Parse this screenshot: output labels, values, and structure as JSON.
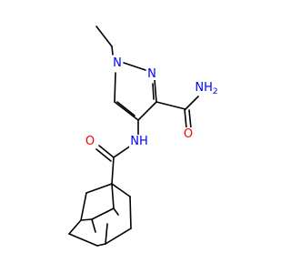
{
  "colors": {
    "background": "#FFFFFF",
    "bond": "#000000",
    "nitrogen": "#0000FF",
    "oxygen": "#FF0000"
  },
  "atoms": {
    "n1": "N",
    "n2": "N",
    "amide_n": "NH",
    "amide_n_h": "H",
    "amide_n_sub": "2",
    "amide_o": "O",
    "nh_linker": "NH",
    "carbonyl_o": "O"
  }
}
